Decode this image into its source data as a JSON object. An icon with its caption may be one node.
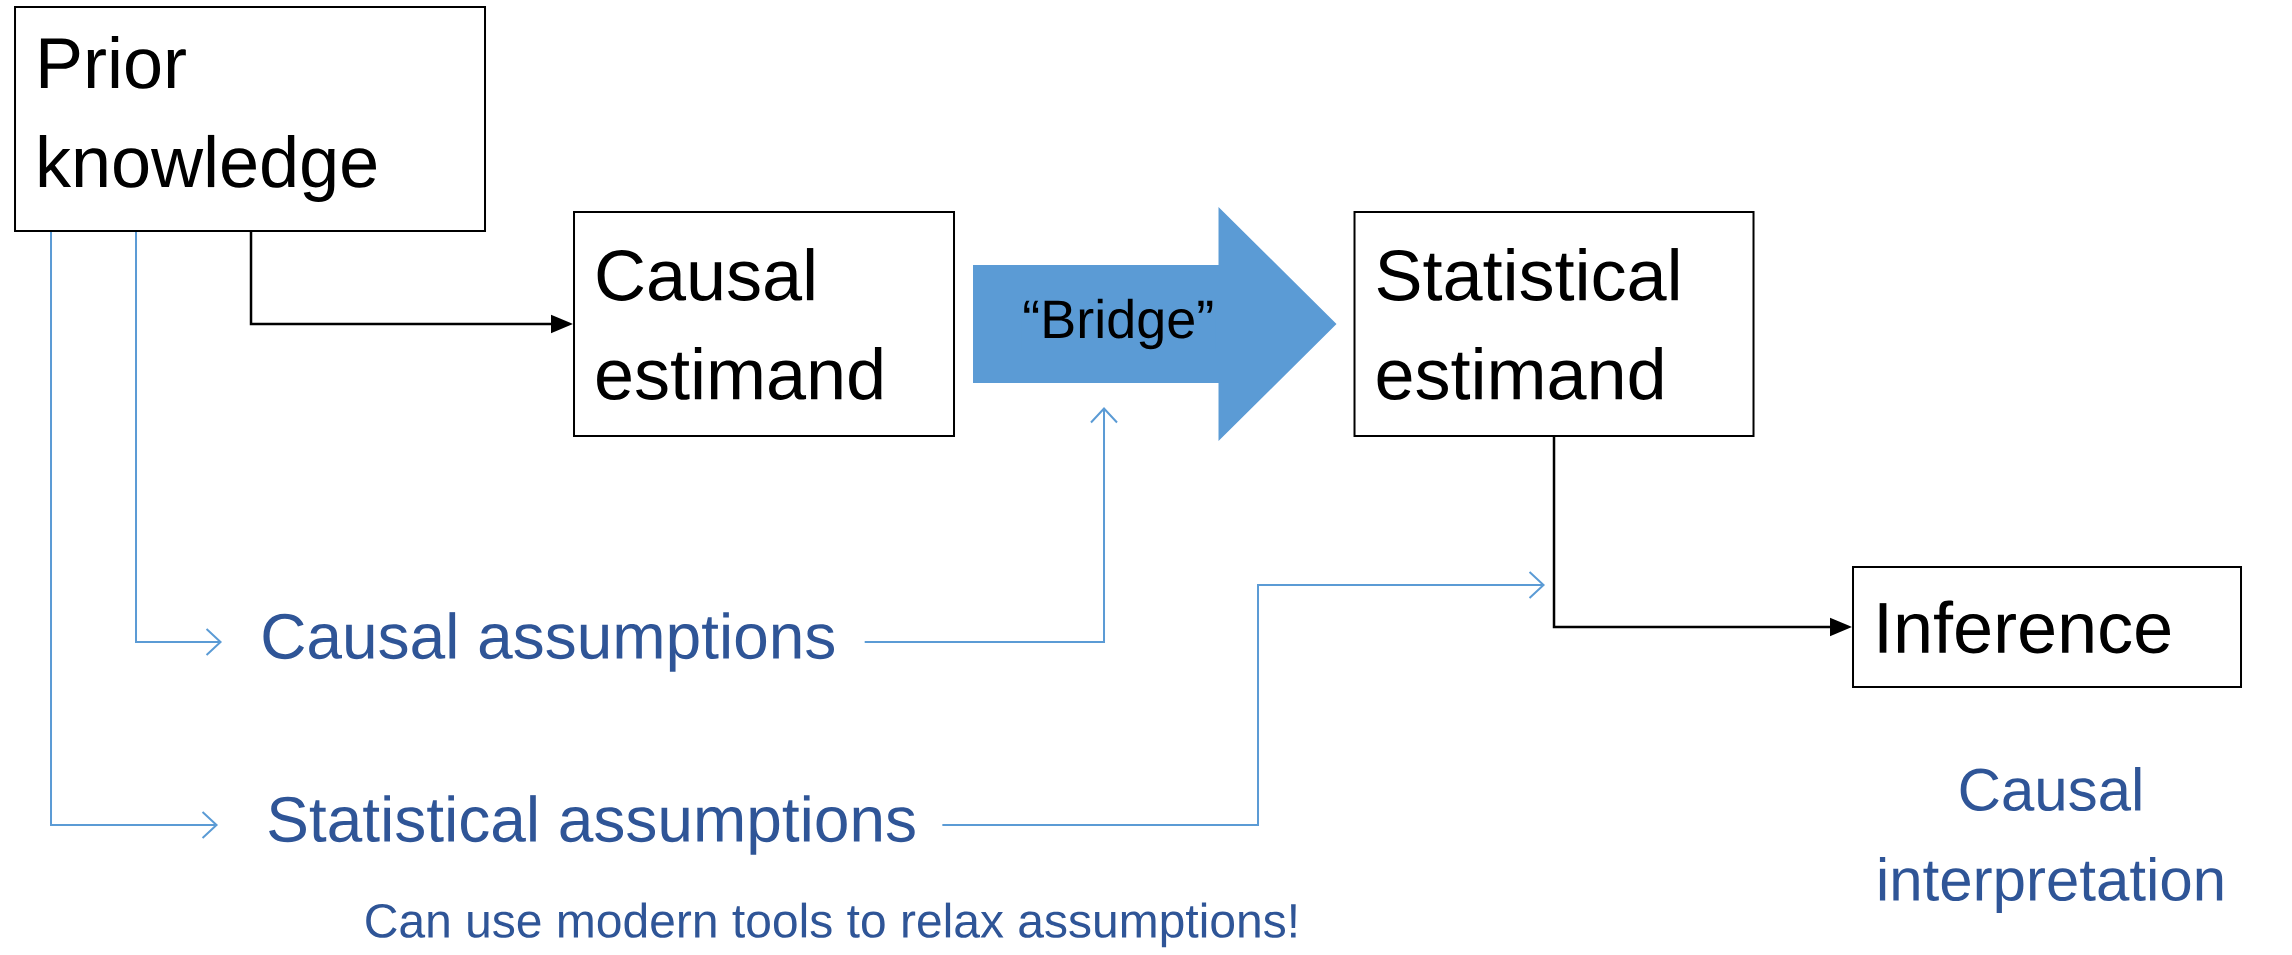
{
  "diagram": {
    "nodes": [
      {
        "text": [
          "Prior knowledge"
        ]
      },
      {
        "text": [
          "Causal estimand"
        ]
      },
      {
        "text": [
          "Statistical estimand"
        ]
      },
      {
        "text": [
          "Inference"
        ]
      },
      {
        "text": [
          "Causal assumptions"
        ]
      },
      {
        "text": [
          "Statistical assumptions"
        ]
      }
    ],
    "edges": [
      {
        "from": 0,
        "to": 1,
        "arrow": "to",
        "color": "#000000"
      },
      {
        "from": 1,
        "to": 2,
        "arrow": "to",
        "label": "“Bridge”",
        "style": "thick",
        "color": "#5b9bd5"
      },
      {
        "from": 0,
        "to": 4,
        "arrow": "to"
      },
      {
        "from": 0,
        "to": 5,
        "arrow": "to"
      },
      {
        "from": 4,
        "to": null,
        "arrow": "to"
      },
      {
        "from": 5,
        "to": null,
        "arrow": "to"
      },
      {
        "from": 2,
        "to": 3,
        "arrow": "to",
        "color": "#000000"
      }
    ],
    "labels": [
      "Can use modern tools to relax assumptions!",
      "Causal interpretation"
    ]
  }
}
